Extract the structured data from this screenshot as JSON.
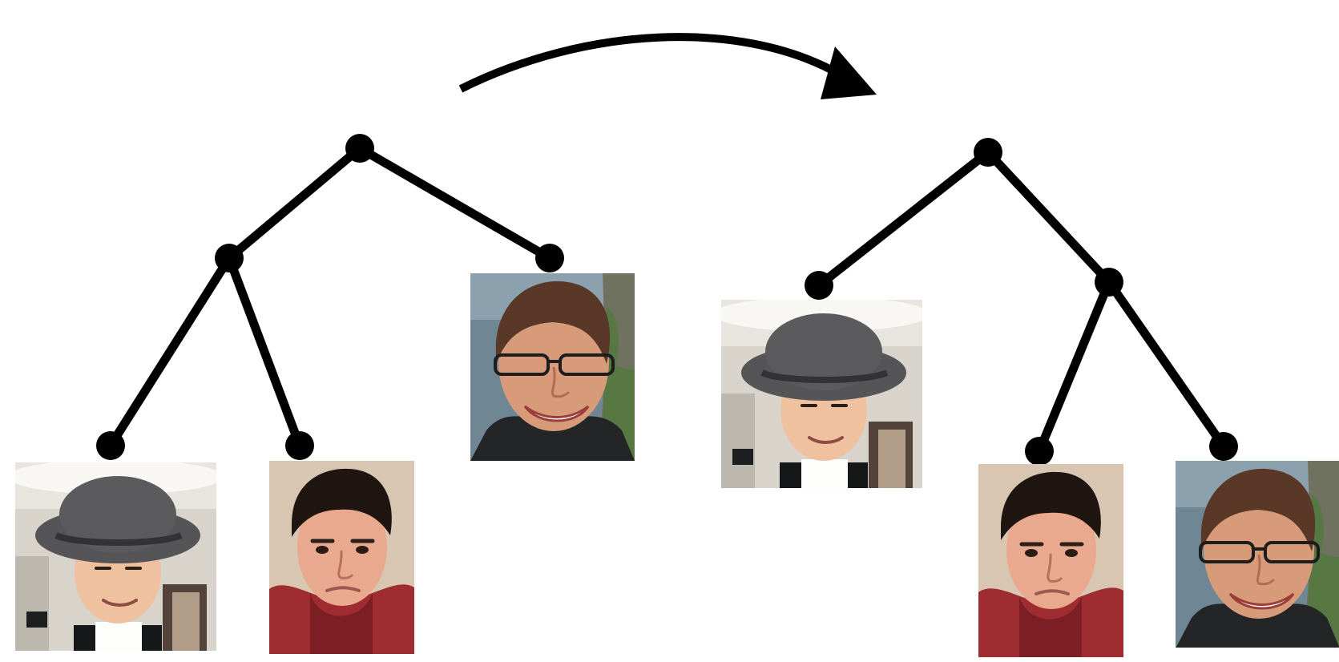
{
  "diagram": {
    "operation": "tree rotation",
    "before_tree": {
      "root": {
        "left": {
          "left": {
            "leaf": "person-hat-smiling"
          },
          "right": {
            "leaf": "person-red-hoodie"
          }
        },
        "right": {
          "leaf": "person-glasses-cliff"
        }
      }
    },
    "after_tree": {
      "root": {
        "left": {
          "leaf": "person-hat-smiling"
        },
        "right": {
          "left": {
            "leaf": "person-red-hoodie"
          },
          "right": {
            "leaf": "person-glasses-cliff"
          }
        }
      }
    },
    "colors": {
      "edges": "#000000",
      "nodes": "#000000",
      "background": "#ffffff",
      "hat": "#555558",
      "hair": "#1f1611",
      "skin_light": "#efc19f",
      "skin_medium": "#d79b7a",
      "skin_red": "#e8a98f",
      "hoodie": "#9f2c31",
      "sea": "#6f8795",
      "cliff": "#577842"
    }
  }
}
